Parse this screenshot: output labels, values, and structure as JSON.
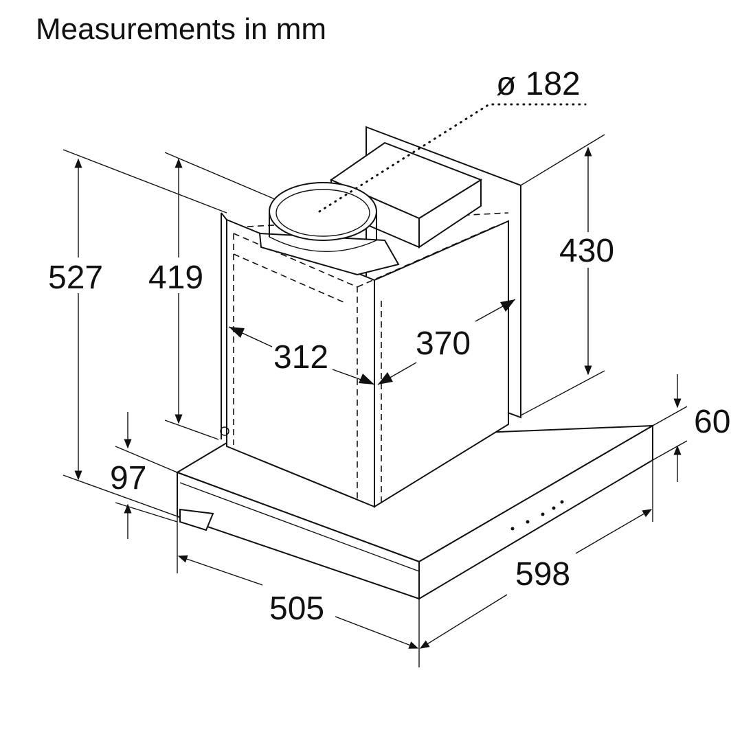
{
  "title": "Measurements in mm",
  "dimensions": {
    "duct_diameter": "ø 182",
    "total_height": "527",
    "chimney_height": "419",
    "upper_height": "430",
    "chimney_width": "312",
    "chimney_depth": "370",
    "canopy_thickness": "60",
    "front_lip_height": "97",
    "depth": "505",
    "width": "598"
  }
}
